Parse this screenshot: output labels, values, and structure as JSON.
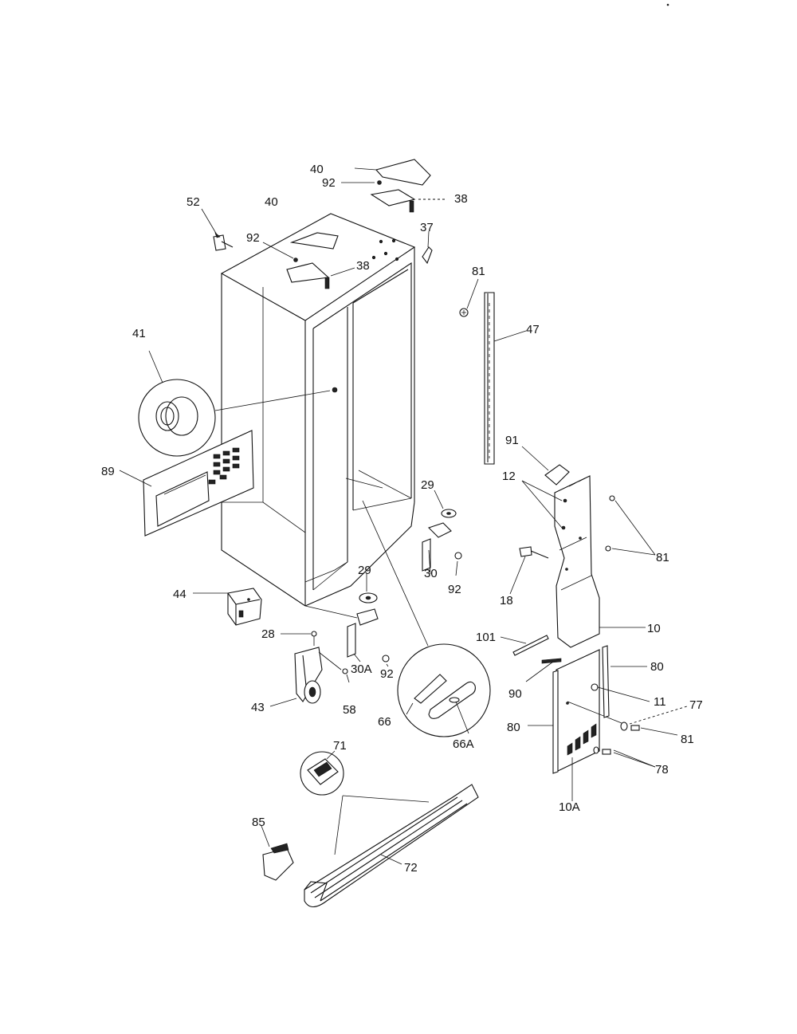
{
  "labels": {
    "l40a": "40",
    "l92a": "92",
    "l38a": "38",
    "l52": "52",
    "l40b": "40",
    "l92b": "92",
    "l38b": "38",
    "l37": "37",
    "l81a": "81",
    "l47": "47",
    "l41": "41",
    "l89": "89",
    "l91": "91",
    "l12": "12",
    "l81b": "81",
    "l18": "18",
    "l29a": "29",
    "l30": "30",
    "l92c": "92",
    "l29b": "29",
    "l44": "44",
    "l28": "28",
    "l30a": "30A",
    "l92d": "92",
    "l43": "43",
    "l58": "58",
    "l66": "66",
    "l66a": "66A",
    "l101": "101",
    "l10": "10",
    "l80a": "80",
    "l90": "90",
    "l11": "11",
    "l77": "77",
    "l80b": "80",
    "l81c": "81",
    "l78": "78",
    "l10a": "10A",
    "l71": "71",
    "l85": "85",
    "l72": "72"
  }
}
